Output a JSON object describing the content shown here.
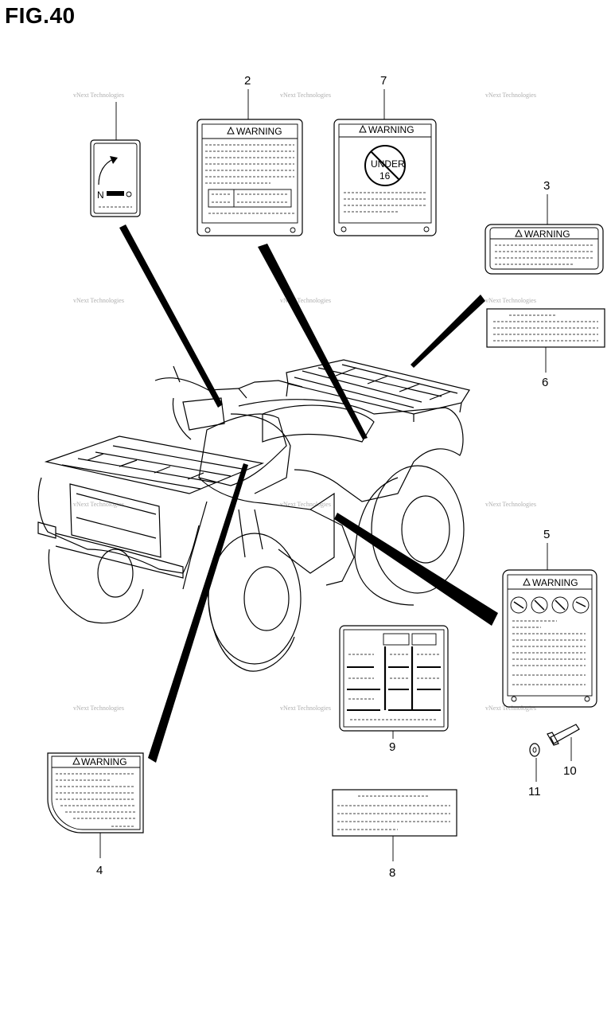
{
  "figure": {
    "title": "FIG.40"
  },
  "watermark": {
    "text": "vNext Technologies"
  },
  "callouts": {
    "c2": "2",
    "c7": "7",
    "c3": "3",
    "c6": "6",
    "c5": "5",
    "c9": "9",
    "c4": "4",
    "c8": "8",
    "c10": "10",
    "c11": "11"
  },
  "labels": {
    "warning_2": "WARNING",
    "warning_7": "WARNING",
    "warning_3": "WARNING",
    "warning_5": "WARNING",
    "warning_4": "WARNING",
    "under_line1": "UNDER",
    "under_line2": "16",
    "gear_n": "N"
  }
}
